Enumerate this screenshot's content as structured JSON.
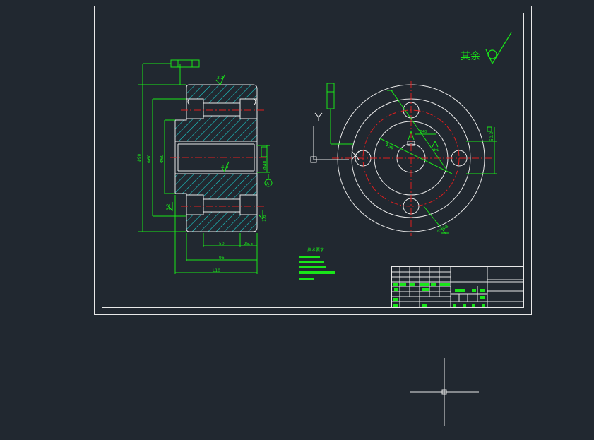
{
  "colors": {
    "background": "#212830",
    "white": "#e8e8e8",
    "green": "#19e619",
    "cyan": "#1ccfcf",
    "red": "#e01e1e"
  },
  "drawing": {
    "surface_note": "其余",
    "tech_title": "技术要求",
    "dimensions": {
      "total_length": "L10",
      "length_2": "96",
      "length_3": "50",
      "length_4": "25.5",
      "dia_outer": "Φ90",
      "dia_mid": "Φ60",
      "dia_bore": "Φ40",
      "rough_top": "3.2",
      "rough_left": "3.2",
      "rough_mid": "1.6",
      "rough_right": "1.6",
      "pcd": "Φ38",
      "keyway": "50.3",
      "hole_dia": "1.2",
      "holes": "4×Φ8"
    }
  }
}
